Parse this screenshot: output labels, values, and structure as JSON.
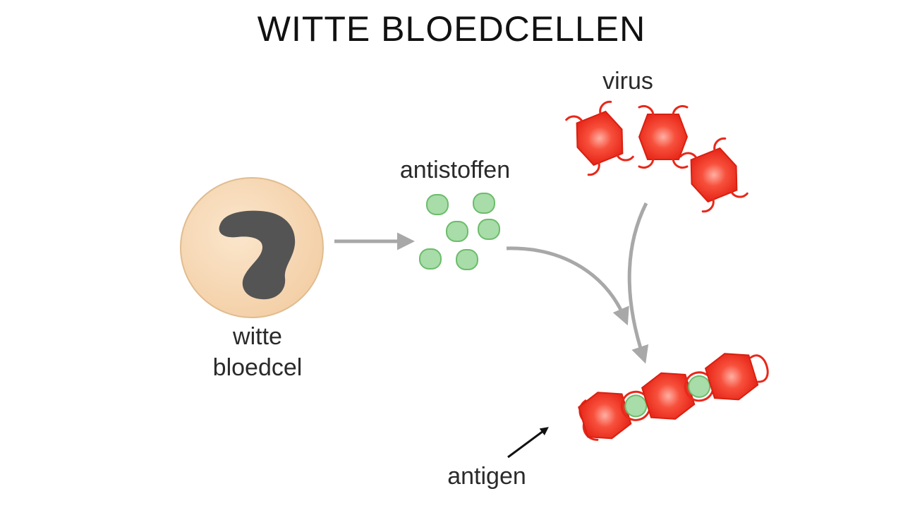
{
  "title": "WITTE BLOEDCELLEN",
  "labels": {
    "virus": "virus",
    "antibodies": "antistoffen",
    "white_blood_cell_line1": "witte",
    "white_blood_cell_line2": "bloedcel",
    "antigen": "antigen"
  },
  "colors": {
    "virus_fill": "#f4321e",
    "virus_highlight": "#ff8a7a",
    "antibody_fill": "#a8dca8",
    "antibody_stroke": "#6cbc6c",
    "cell_fill": "#f8d8b4",
    "cell_stroke": "#e0bc90",
    "nucleus": "#545454",
    "arrow_gray": "#a8a8a8",
    "arrow_black": "#111111"
  }
}
